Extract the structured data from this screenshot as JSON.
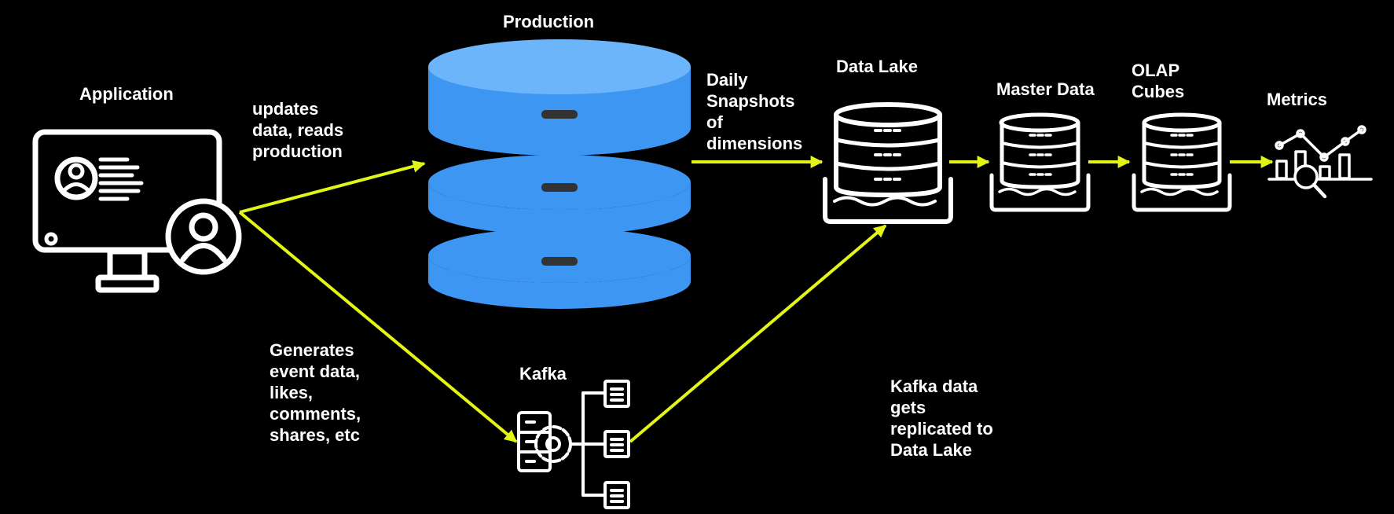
{
  "nodes": {
    "application": {
      "label": "Application",
      "icon": "computer-user-icon"
    },
    "production": {
      "label": "Production",
      "icon": "database-icon",
      "color": "#3d96f2",
      "top_color": "#6db5fb"
    },
    "data_lake": {
      "label": "Data Lake",
      "icon": "data-lake-icon"
    },
    "master_data": {
      "label": "Master Data",
      "icon": "master-data-icon"
    },
    "olap_cubes": {
      "label_lines": [
        "OLAP",
        "Cubes"
      ],
      "icon": "olap-cube-icon"
    },
    "metrics": {
      "label": "Metrics",
      "icon": "metrics-chart-icon"
    },
    "kafka": {
      "label": "Kafka",
      "icon": "kafka-icon"
    }
  },
  "edges": {
    "app_to_production": {
      "label_lines": [
        "updates",
        "data, reads",
        "production"
      ]
    },
    "production_to_lake": {
      "label_lines": [
        "Daily",
        "Snapshots",
        "of",
        "dimensions"
      ]
    },
    "app_to_kafka": {
      "label_lines": [
        "Generates",
        "event data,",
        "likes,",
        "comments,",
        "shares, etc"
      ]
    },
    "kafka_to_lake": {
      "label_lines": [
        "Kafka data",
        "gets",
        "replicated to",
        "Data Lake"
      ]
    }
  },
  "colors": {
    "arrow": "#e2f516",
    "background": "#000000",
    "icon_stroke": "#ffffff"
  }
}
